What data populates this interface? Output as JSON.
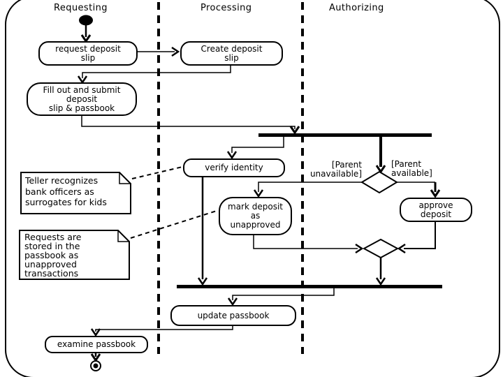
{
  "diagram": {
    "type": "uml-activity-diagram",
    "lanes": [
      {
        "label": "Requesting"
      },
      {
        "label": "Processing"
      },
      {
        "label": "Authorizing"
      }
    ],
    "nodes": {
      "request_deposit": {
        "label": "request deposit\nslip"
      },
      "create_deposit": {
        "label": "Create deposit\nslip"
      },
      "fill_out": {
        "label": "Fill out and submit\ndeposit\nslip & passbook"
      },
      "verify_identity": {
        "label": "verify identity"
      },
      "mark_deposit": {
        "label": "mark deposit\nas\nunapproved"
      },
      "approve_deposit": {
        "label": "approve\ndeposit"
      },
      "update_passbook": {
        "label": "update passbook"
      },
      "examine_passbook": {
        "label": "examine passbook"
      }
    },
    "guards": {
      "parent_unavailable": "[Parent\nunavailable]",
      "parent_available": "[Parent\navailable]"
    },
    "notes": [
      {
        "text": "Teller recognizes\nbank officers as\nsurrogates for kids"
      },
      {
        "text": "Requests are\nstored in the\npassbook as\nunapproved\ntransactions"
      }
    ],
    "colors": {
      "ink": "#000000",
      "background": "#ffffff"
    }
  }
}
